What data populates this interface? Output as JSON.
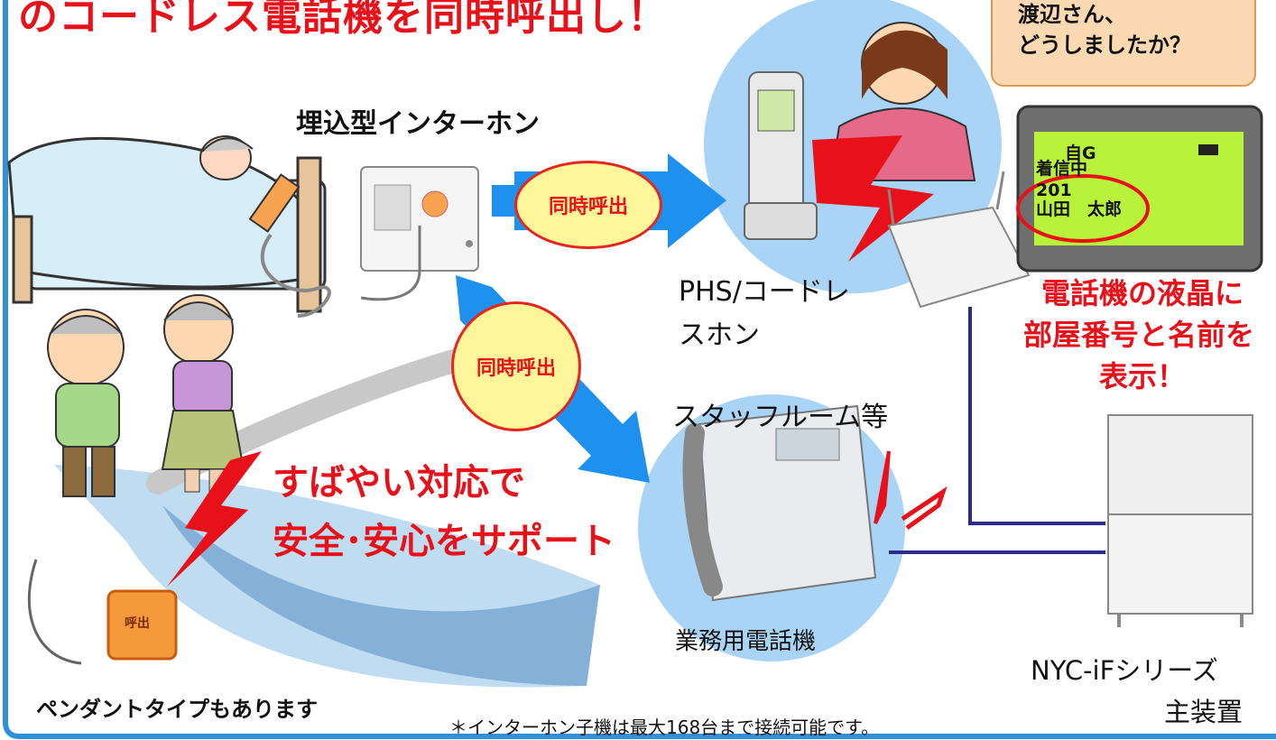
{
  "heading": "のコードレス電話機を同時呼出し！",
  "speech_bubble": {
    "line1": "渡辺さん、",
    "line2": "どうしましたか？"
  },
  "intercom_label": "埋込型インターホン",
  "simultaneous_call_1": "同時呼出",
  "simultaneous_call_2": "同時呼出",
  "phs_label_line1": "PHS/コードレ",
  "phs_label_line2": "スホン",
  "lcd": {
    "status": "自G",
    "line1": "着信中",
    "line2": "201",
    "line3": "山田　太郎"
  },
  "lcd_caption": {
    "line1": "電話機の液晶に",
    "line2": "部屋番号と名前を",
    "line3": "表示！"
  },
  "staff_room_label": "スタッフルーム等",
  "slogan": {
    "line1": "すばやい対応で",
    "line2": "安全･安心をサポート"
  },
  "business_phone_label": "業務用電話機",
  "main_unit_label": {
    "line1": "NYC-iFシリーズ",
    "line2": "主装置"
  },
  "pendant_label": "ペンダントタイプもあります",
  "pendant_button_text": "呼出",
  "footnote": "＊インターホン子機は最大168台まで接続可能です。",
  "colors": {
    "accent_red": "#e8111a",
    "circle_blue": "#a9d4f5",
    "arrow_blue": "#1e90ee",
    "frame_blue": "#2f8fd8",
    "lcd_green": "#b8f23a"
  }
}
